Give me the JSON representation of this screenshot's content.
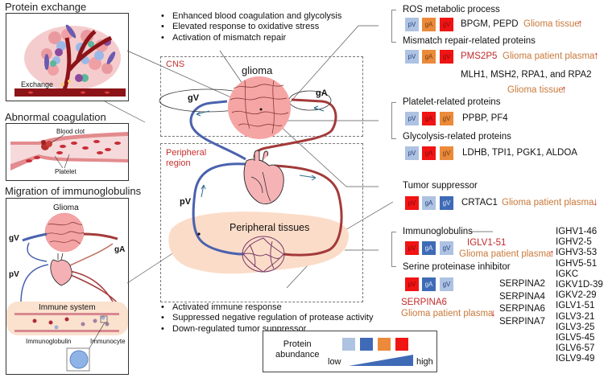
{
  "left_panels": {
    "protein_exchange": {
      "title": "Protein exchange",
      "exchange_label": "Exchange"
    },
    "abnormal_coagulation": {
      "title": "Abnormal coagulation",
      "blood_clot_label": "Blood clot",
      "platelet_label": "Platelet"
    },
    "migration": {
      "title": "Migration of immunoglobulins",
      "glioma_label": "Glioma",
      "gV": "gV",
      "gA": "gA",
      "pV": "pV",
      "immune_system_label": "Immune system",
      "immunoglobulin_label": "Immunoglobulin",
      "immunocyte_label": "Immunocyte"
    }
  },
  "center": {
    "top_bullets": [
      "Enhanced blood coagulation and glycolysis",
      "Elevated response to oxidative stress",
      "Activation of mismatch repair"
    ],
    "cns_label": "CNS",
    "glioma_label": "glioma",
    "gV": "gV",
    "gA": "gA",
    "peripheral_region_label_1": "Peripheral",
    "peripheral_region_label_2": "region",
    "pV": "pV",
    "peripheral_tissues_label": "Peripheral tissues",
    "bottom_bullets": [
      "Activated immune response",
      "Suppressed negative regulation of protease activity",
      "Down-regulated tumor suppressor"
    ]
  },
  "legend": {
    "title_1": "Protein",
    "title_2": "abundance",
    "low": "low",
    "high": "high",
    "colors": [
      "#aec2e2",
      "#3f6bb6",
      "#ea8a3a",
      "#f01414"
    ]
  },
  "right": {
    "ros": {
      "heading": "ROS metabolic process",
      "boxes": [
        {
          "label": "pV",
          "level": "lightblue"
        },
        {
          "label": "gA",
          "level": "orange"
        },
        {
          "label": "gV",
          "level": "red"
        }
      ],
      "proteins": "BPGM, PEPD",
      "site": "Glioma tissue",
      "direction": "up"
    },
    "mismatch": {
      "heading": "Mismatch repair-related proteins",
      "boxes": [
        {
          "label": "pV",
          "level": "lightblue"
        },
        {
          "label": "gA",
          "level": "orange"
        },
        {
          "label": "gV",
          "level": "red"
        }
      ],
      "protein_highlight": "PMS2P5",
      "site_1": "Glioma patient plasma",
      "direction_1": "up",
      "proteins_2": "MLH1, MSH2, RPA1, and RPA2",
      "site_2": "Glioma tissue",
      "direction_2": "up"
    },
    "platelet": {
      "heading": "Platelet-related proteins",
      "boxes": [
        {
          "label": "pV",
          "level": "lightblue"
        },
        {
          "label": "gA",
          "level": "red"
        },
        {
          "label": "gV",
          "level": "orange"
        }
      ],
      "proteins": "PPBP, PF4"
    },
    "glycolysis": {
      "heading": "Glycolysis-related proteins",
      "boxes": [
        {
          "label": "pV",
          "level": "lightblue"
        },
        {
          "label": "gA",
          "level": "red"
        },
        {
          "label": "gV",
          "level": "orange"
        }
      ],
      "proteins": "LDHB, TPI1, PGK1, ALDOA"
    },
    "tumor_suppressor": {
      "heading": "Tumor suppressor",
      "boxes": [
        {
          "label": "pV",
          "level": "red"
        },
        {
          "label": "gA",
          "level": "lightblue"
        },
        {
          "label": "gV",
          "level": "blue"
        }
      ],
      "proteins": "CRTAC1",
      "site": "Glioma patient plasma",
      "direction": "down"
    },
    "immunoglobulins": {
      "heading": "Immunoglobulins",
      "boxes": [
        {
          "label": "pV",
          "level": "red"
        },
        {
          "label": "gA",
          "level": "blue"
        },
        {
          "label": "gV",
          "level": "lightblue"
        }
      ],
      "protein_highlight": "IGLV1-51",
      "site": "Glioma patient plasma",
      "direction": "up",
      "list": [
        "IGHV1-46",
        "IGHV2-5",
        "IGHV3-53",
        "IGHV5-51",
        "IGKC",
        "IGKV1D-39",
        "IGKV2-29",
        "IGLV1-51",
        "IGLV3-21",
        "IGLV3-25",
        "IGLV5-45",
        "IGLV6-57",
        "IGLV9-49"
      ]
    },
    "serine": {
      "heading": "Serine proteinase inhibitor",
      "boxes": [
        {
          "label": "pV",
          "level": "red"
        },
        {
          "label": "gA",
          "level": "blue"
        },
        {
          "label": "gV",
          "level": "lightblue"
        }
      ],
      "protein_highlight": "SERPINA6",
      "site": "Glioma patient plasma",
      "direction": "down",
      "list": [
        "SERPINA2",
        "SERPINA4",
        "SERPINA6",
        "SERPINA7"
      ]
    }
  }
}
